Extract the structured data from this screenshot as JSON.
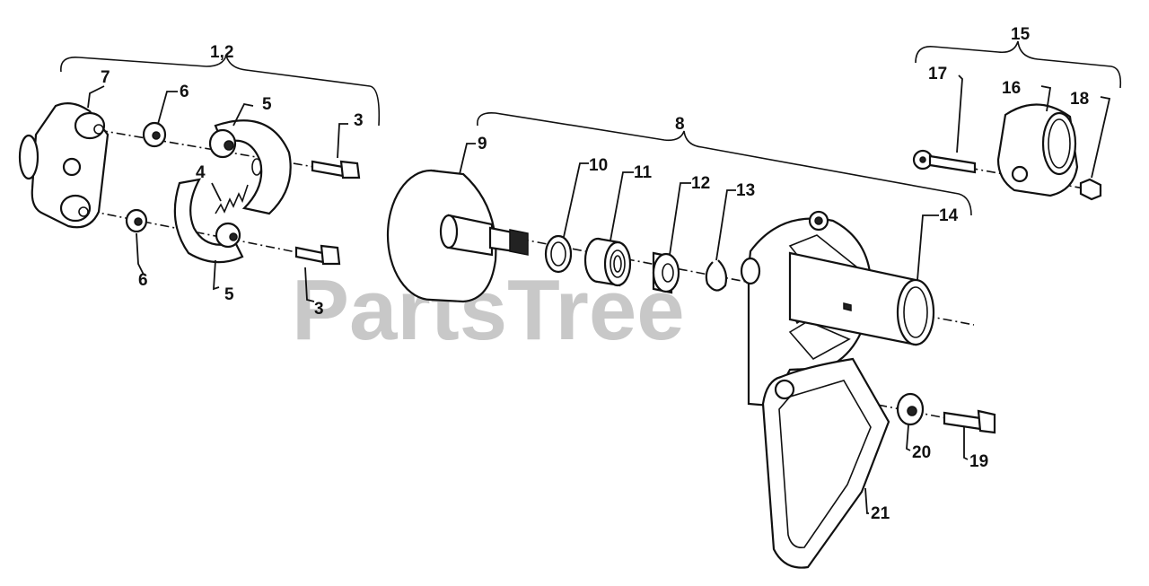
{
  "watermark": "PartsTree",
  "callouts": {
    "c1_2": "1,2",
    "c3a": "3",
    "c3b": "3",
    "c4": "4",
    "c5a": "5",
    "c5b": "5",
    "c6a": "6",
    "c6b": "6",
    "c7": "7",
    "c8": "8",
    "c9": "9",
    "c10": "10",
    "c11": "11",
    "c12": "12",
    "c13": "13",
    "c14": "14",
    "c15": "15",
    "c16": "16",
    "c17": "17",
    "c18": "18",
    "c19": "19",
    "c20": "20",
    "c21": "21"
  }
}
